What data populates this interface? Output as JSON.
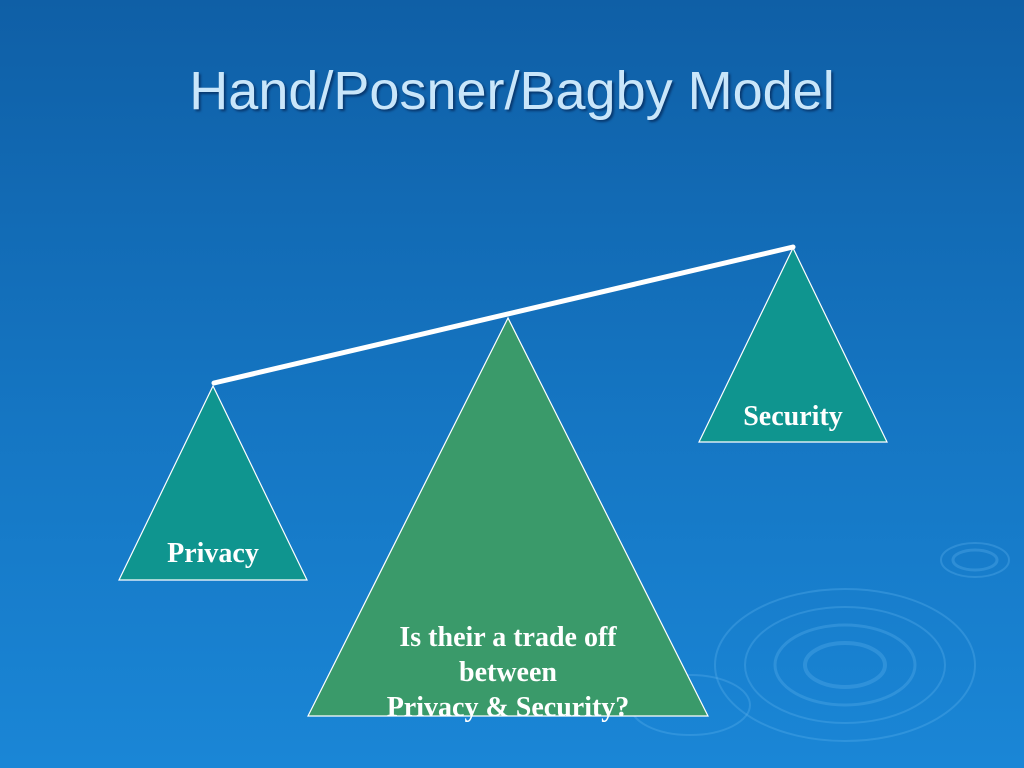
{
  "slide": {
    "title": "Hand/Posner/Bagby Model"
  },
  "diagram": {
    "left_weight": {
      "label": "Privacy"
    },
    "right_weight": {
      "label": "Security"
    },
    "fulcrum": {
      "lines": [
        "Is their a trade off",
        "between",
        "Privacy & Security?"
      ]
    }
  },
  "colors": {
    "background_top": "#0f5fa6",
    "background_bottom": "#1a86d6",
    "title_text": "#c9e6fa",
    "weight_fill": "#0f958f",
    "fulcrum_fill": "#3a9a6a",
    "beam": "#ffffff",
    "outline": "#ffffff"
  }
}
